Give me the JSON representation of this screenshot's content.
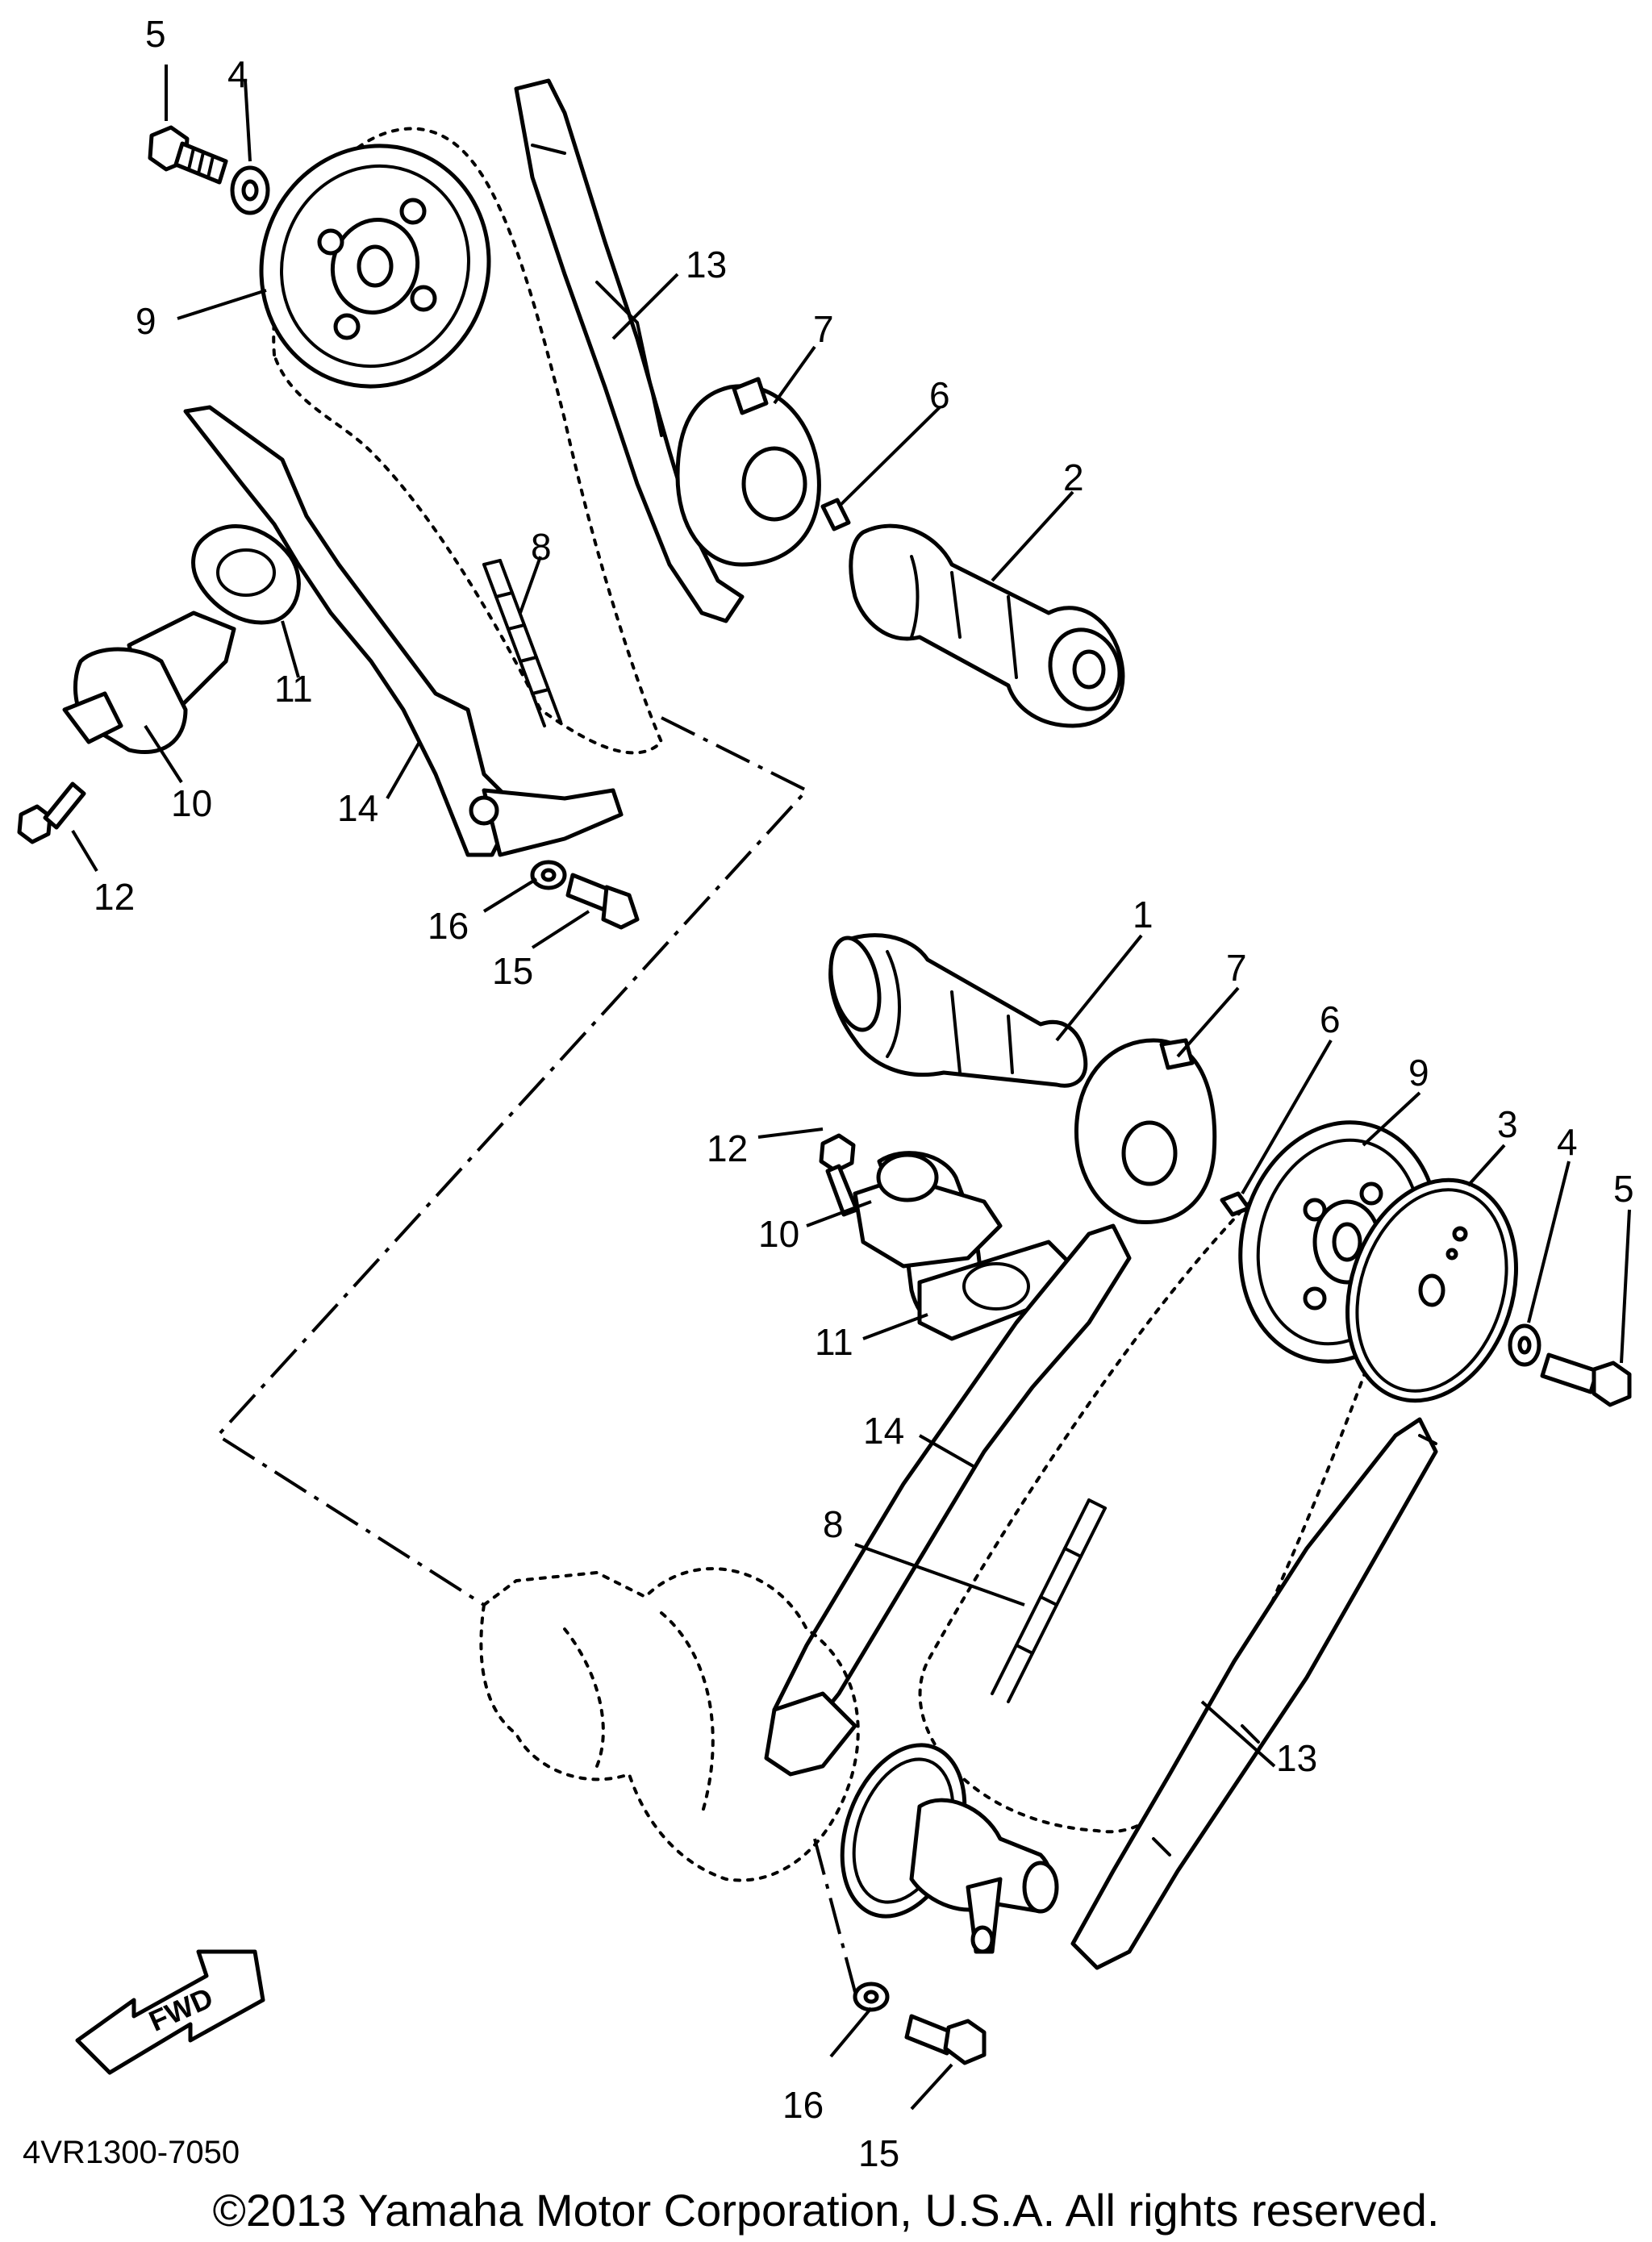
{
  "diagram": {
    "part_code": "4VR1300-7050",
    "copyright": "©2013 Yamaha Motor Corporation, U.S.A. All rights reserved.",
    "fwd_label": "FWD",
    "upper_callouts": [
      "5",
      "4",
      "9",
      "13",
      "7",
      "6",
      "2",
      "8",
      "11",
      "10",
      "14",
      "12",
      "16",
      "15"
    ],
    "lower_callouts": [
      "1",
      "7",
      "6",
      "9",
      "3",
      "4",
      "5",
      "12",
      "10",
      "11",
      "14",
      "8",
      "13",
      "16",
      "15"
    ]
  }
}
